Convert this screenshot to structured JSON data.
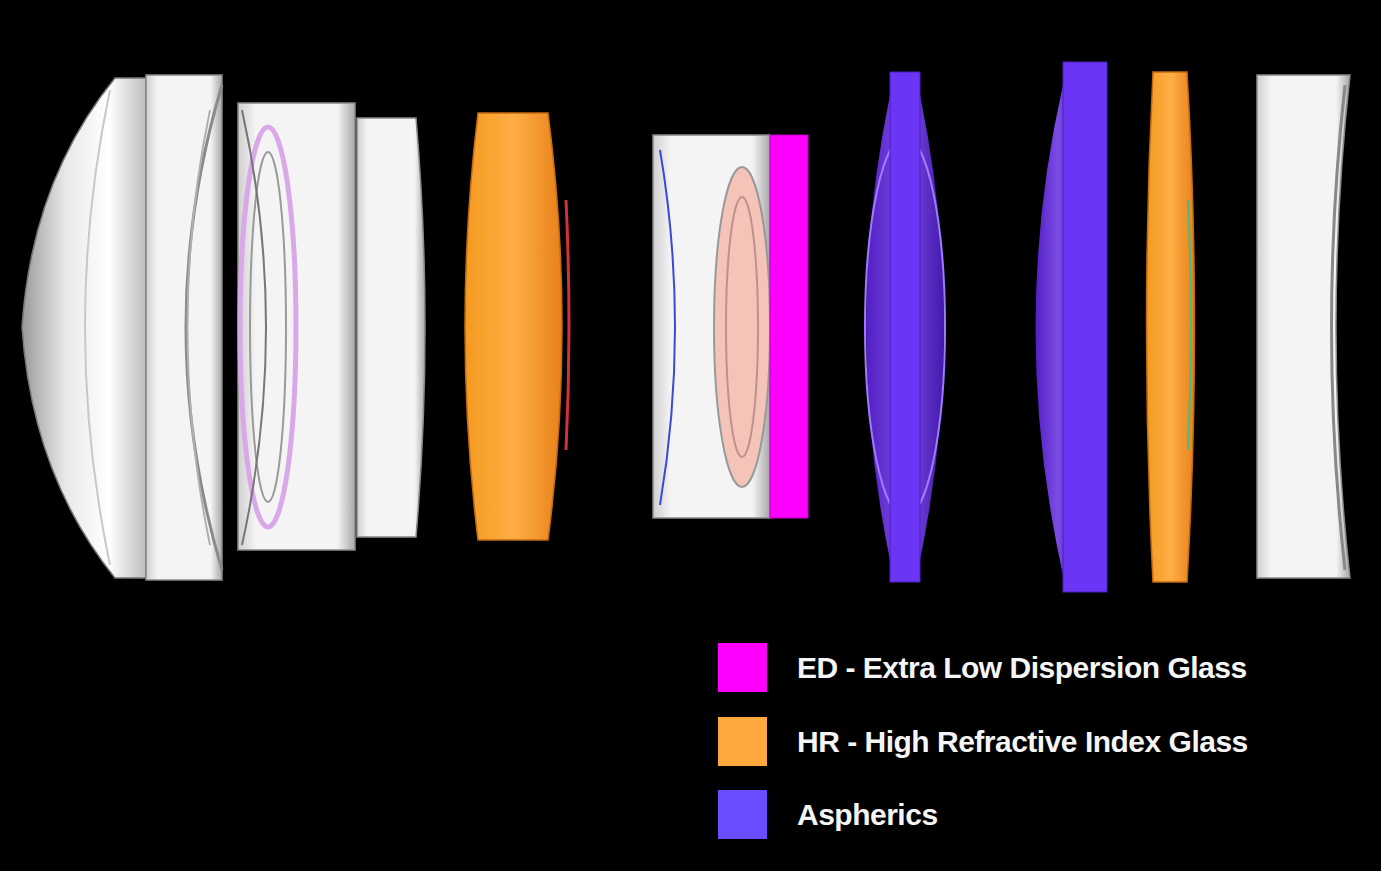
{
  "diagram": {
    "legend": [
      {
        "text": "ED - Extra Low Dispersion Glass",
        "color": "#ff00ff"
      },
      {
        "text": "HR - High Refractive Index Glass",
        "color": "#ffa83e"
      },
      {
        "text": "Aspherics",
        "color": "#6b4cff"
      }
    ]
  }
}
